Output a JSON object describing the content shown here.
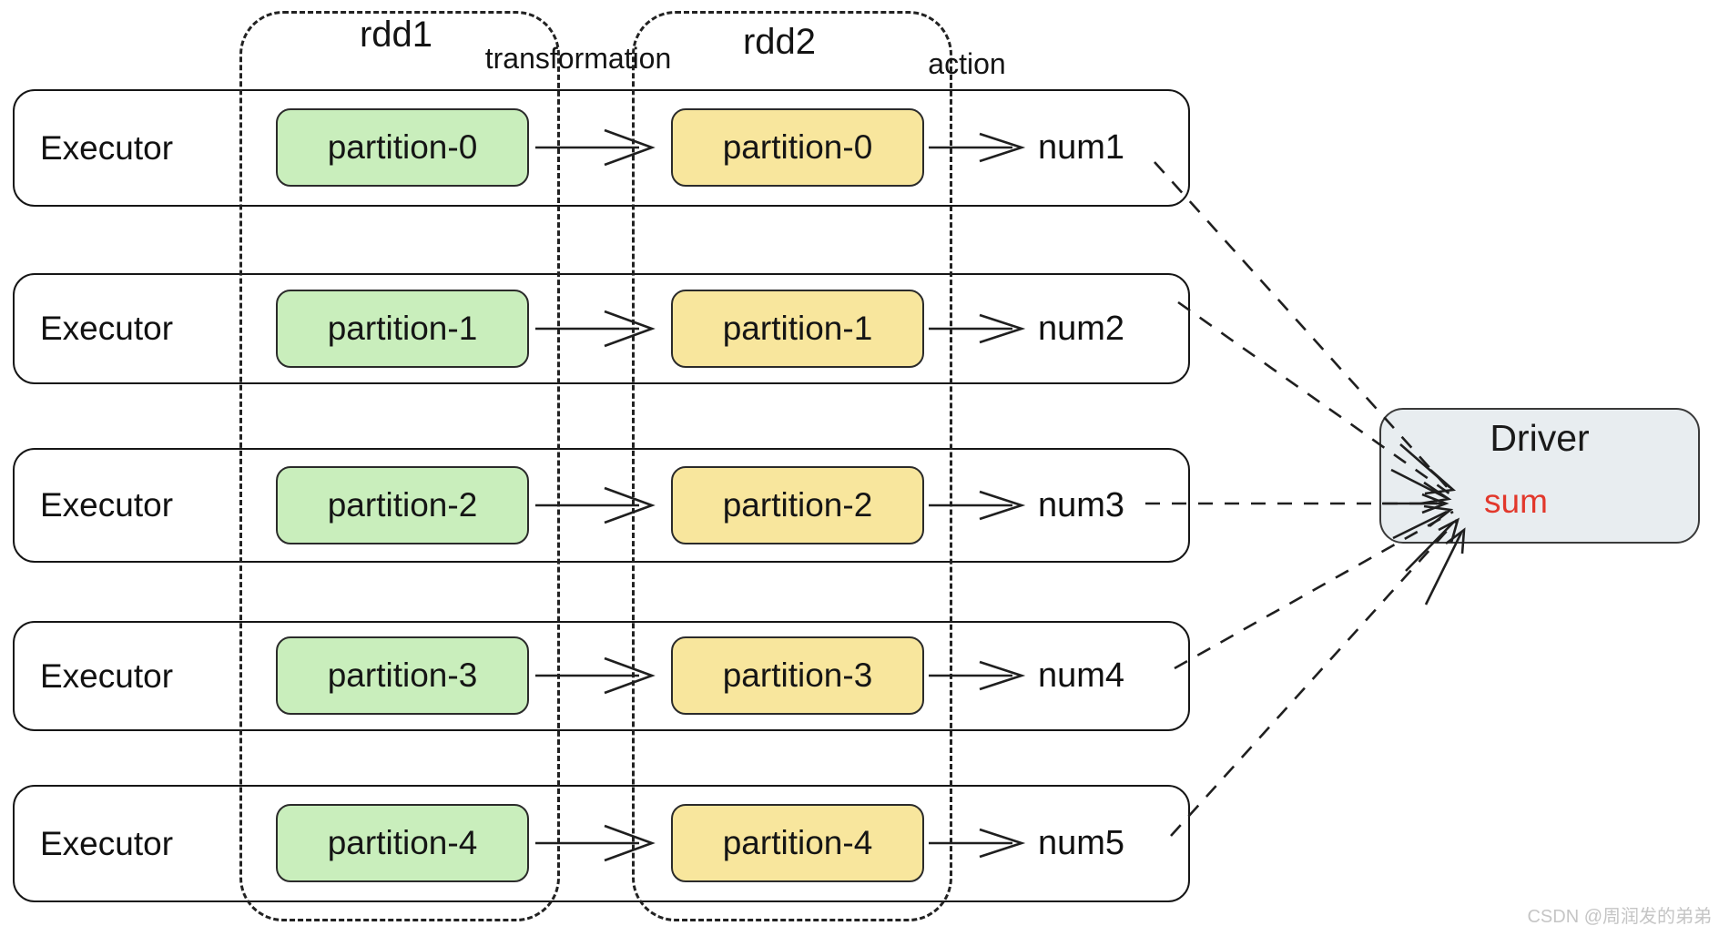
{
  "labels": {
    "rdd1": "rdd1",
    "transformation": "transformation",
    "rdd2": "rdd2",
    "action": "action"
  },
  "rows": [
    {
      "executor": "Executor",
      "rdd1_partition": "partition-0",
      "rdd2_partition": "partition-0",
      "result": "num1"
    },
    {
      "executor": "Executor",
      "rdd1_partition": "partition-1",
      "rdd2_partition": "partition-1",
      "result": "num2"
    },
    {
      "executor": "Executor",
      "rdd1_partition": "partition-2",
      "rdd2_partition": "partition-2",
      "result": "num3"
    },
    {
      "executor": "Executor",
      "rdd1_partition": "partition-3",
      "rdd2_partition": "partition-3",
      "result": "num4"
    },
    {
      "executor": "Executor",
      "rdd1_partition": "partition-4",
      "rdd2_partition": "partition-4",
      "result": "num5"
    }
  ],
  "driver": {
    "title": "Driver",
    "operation": "sum"
  },
  "watermark": "CSDN @周润发的弟弟",
  "colors": {
    "green": "#c9eebc",
    "yellow": "#f8e69d",
    "driver-bg": "#e8edf0",
    "ink": "#1f1f1f",
    "red": "#e2382c",
    "watermark": "#c5c5c5"
  }
}
